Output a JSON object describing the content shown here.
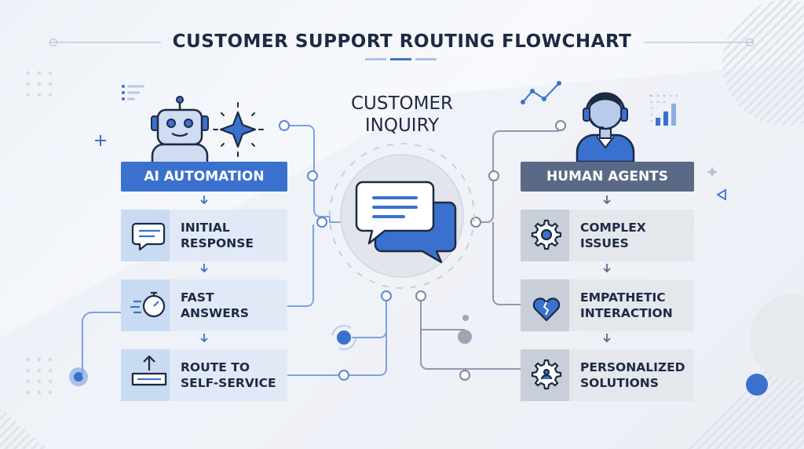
{
  "title": "CUSTOMER SUPPORT ROUTING FLOWCHART",
  "center": {
    "label_line1": "CUSTOMER",
    "label_line2": "INQUIRY",
    "icon": "chat-bubbles-icon"
  },
  "left": {
    "header": "AI AUTOMATION",
    "avatar": "robot-icon",
    "steps": [
      {
        "line1": "INITIAL",
        "line2": "RESPONSE",
        "icon": "message-icon"
      },
      {
        "line1": "FAST",
        "line2": "ANSWERS",
        "icon": "stopwatch-icon"
      },
      {
        "line1": "ROUTE TO",
        "line2": "SELF-SERVICE",
        "icon": "upload-tray-icon"
      }
    ]
  },
  "right": {
    "header": "HUMAN AGENTS",
    "avatar": "headset-agent-icon",
    "steps": [
      {
        "line1": "COMPLEX",
        "line2": "ISSUES",
        "icon": "gear-icon"
      },
      {
        "line1": "EMPATHETIC",
        "line2": "INTERACTION",
        "icon": "heart-icon"
      },
      {
        "line1": "PERSONALIZED",
        "line2": "SOLUTIONS",
        "icon": "gear-person-icon"
      }
    ]
  },
  "colors": {
    "ai_accent": "#3a71cf",
    "human_accent": "#5a6a86",
    "dark_text": "#1d2a44"
  }
}
